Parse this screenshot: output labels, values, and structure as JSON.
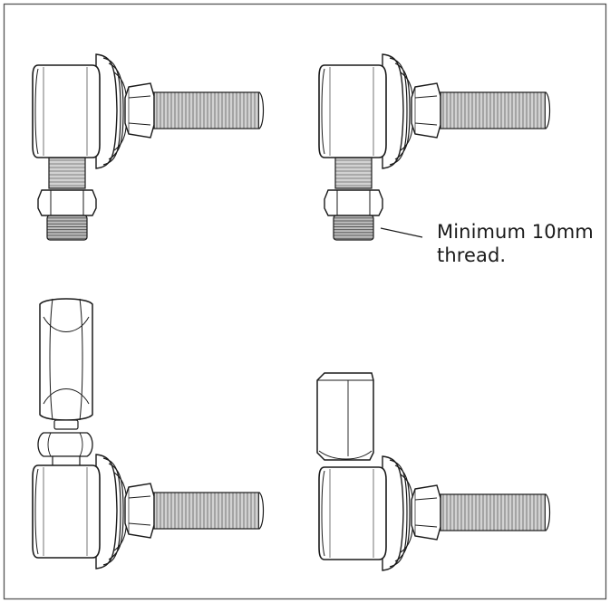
{
  "annotation": {
    "line1": "Minimum 10mm",
    "line2": "thread."
  },
  "colors": {
    "stroke": "#1a1a1a",
    "thread_shading": "#bdbdbd",
    "frame": "#555555"
  },
  "figures": [
    {
      "name": "rod-end-with-locknut-top-left",
      "variant": "threaded-stud",
      "highlight_thread": true
    },
    {
      "name": "rod-end-with-locknut-top-right",
      "variant": "threaded-stud",
      "highlight_thread": true
    },
    {
      "name": "rod-end-with-hex-extension-bottom-left",
      "variant": "long-hex-extension",
      "highlight_thread": false
    },
    {
      "name": "rod-end-with-hex-sleeve-bottom-right",
      "variant": "short-hex-sleeve",
      "highlight_thread": false
    }
  ]
}
